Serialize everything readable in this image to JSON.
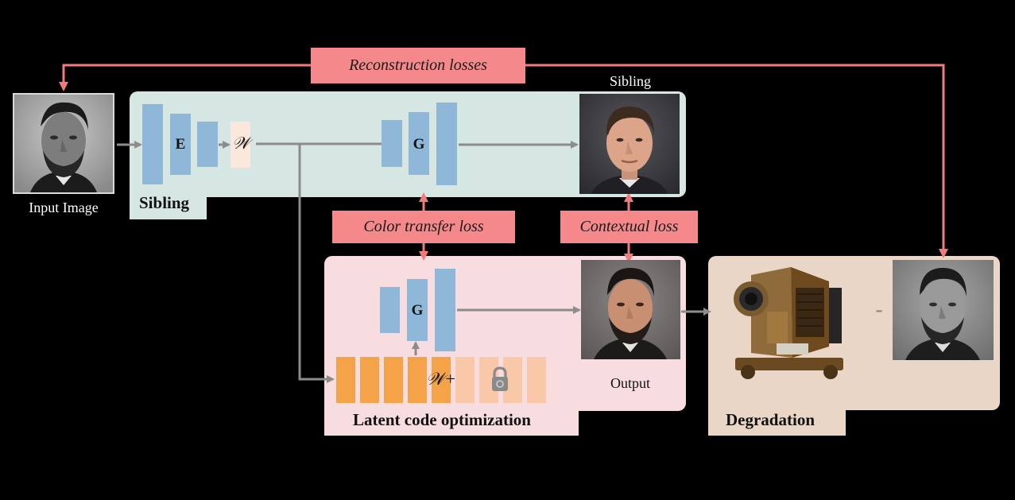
{
  "labels": {
    "reconstruction": "Reconstruction losses",
    "color_transfer": "Color transfer loss",
    "contextual": "Contextual loss",
    "input_image": "Input Image",
    "sibling_caption": "Sibling",
    "sibling_tab": "Sibling",
    "latent_tab": "Latent code optimization",
    "degradation_tab": "Degradation",
    "output": "Output",
    "encoder": "E",
    "generator_top": "G",
    "generator_bottom": "G",
    "w_space": "𝒲",
    "w_plus": "𝒲+",
    "minus": "-"
  },
  "colors": {
    "background": "#000000",
    "sibling_panel": "#d6e6e2",
    "latent_panel": "#f8dde0",
    "degradation_panel": "#ead6c6",
    "loss_box": "#f4888a",
    "loss_arrow": "#f07a7c",
    "network_block": "#8fb7d8",
    "latent_active": "#f5a348",
    "latent_frozen": "#f8c8a8",
    "flow_arrow": "#8c8c8c"
  },
  "icons": [
    "lock-icon",
    "camera-icon",
    "portrait-lincoln",
    "portrait-sibling"
  ]
}
